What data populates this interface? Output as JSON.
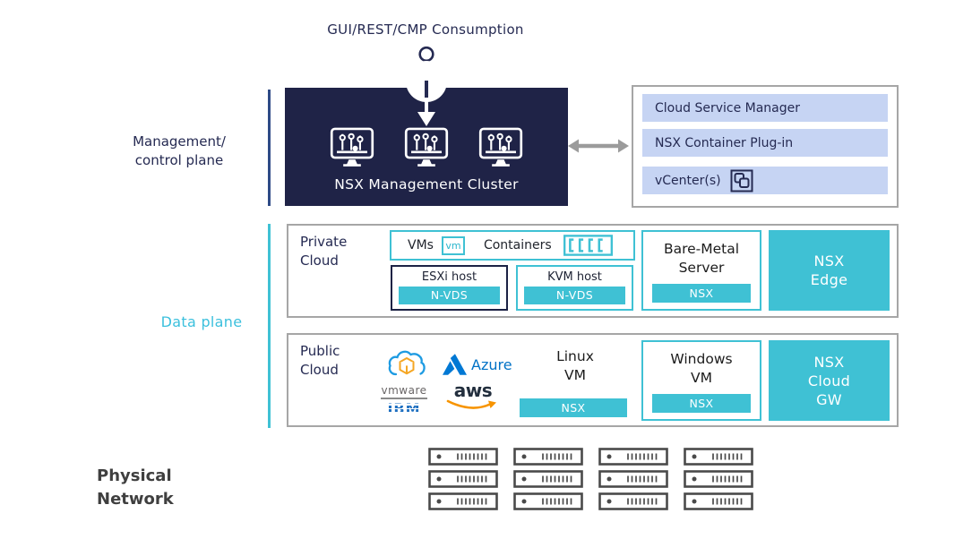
{
  "title": "GUI/REST/CMP Consumption",
  "management_plane": {
    "label_line1": "Management/",
    "label_line2": "control plane",
    "cluster_label": "NSX Management Cluster"
  },
  "management_apps": {
    "rows": [
      {
        "label": "Cloud Service Manager"
      },
      {
        "label": "NSX Container Plug-in"
      },
      {
        "label": "vCenter(s)"
      }
    ]
  },
  "data_plane": {
    "label": "Data plane"
  },
  "private_cloud": {
    "label_line1": "Private",
    "label_line2": "Cloud",
    "vms_label": "VMs",
    "vm_badge": "vm",
    "containers_label": "Containers",
    "esxi_host": {
      "title": "ESXi host",
      "bar": "N-VDS"
    },
    "kvm_host": {
      "title": "KVM host",
      "bar": "N-VDS"
    },
    "bare_metal": {
      "line1": "Bare-Metal",
      "line2": "Server",
      "bar": "NSX"
    },
    "nsx_edge": {
      "line1": "NSX",
      "line2": "Edge"
    }
  },
  "public_cloud": {
    "label_line1": "Public",
    "label_line2": "Cloud",
    "azure_label": "Azure",
    "vmware_label": "vmware",
    "ibm_label": "IBM",
    "aws_label": "aws",
    "linux_vm": {
      "line1": "Linux",
      "line2": "VM",
      "bar": "NSX"
    },
    "windows_vm": {
      "line1": "Windows",
      "line2": "VM",
      "bar": "NSX"
    },
    "nsx_cloud_gw": {
      "line1": "NSX",
      "line2": "Cloud",
      "line3": "GW"
    }
  },
  "physical_network": {
    "label_line1": "Physical",
    "label_line2": "Network"
  },
  "colors": {
    "navy": "#252a52",
    "navy_box": "#1f2347",
    "teal": "#3fc1d4",
    "light_blue": "#c6d4f3",
    "border_gray": "#a6a6a6",
    "arrow_gray": "#9b9b9b",
    "azure_blue": "#0078d4",
    "ibm_blue": "#1f70c1",
    "aws_orange": "#f79400"
  }
}
